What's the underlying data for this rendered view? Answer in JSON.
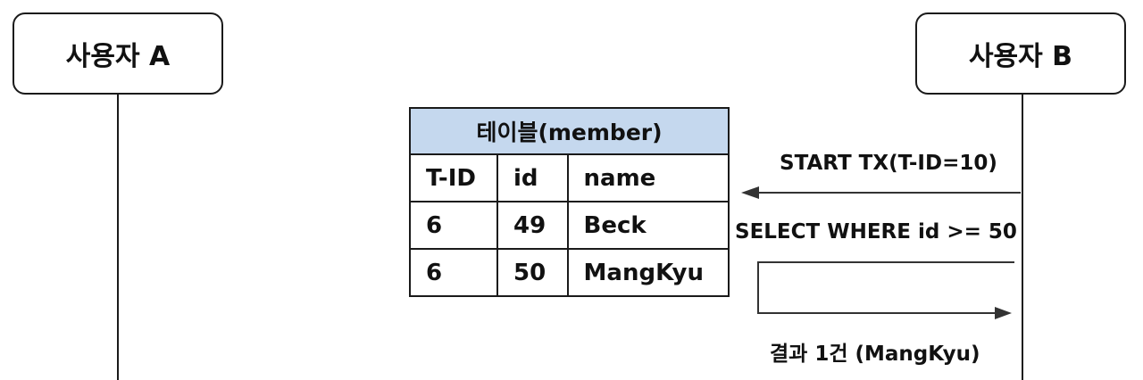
{
  "actors": {
    "a": "사용자 A",
    "b": "사용자 B"
  },
  "table": {
    "title": "테이블(member)",
    "columns": [
      "T-ID",
      "id",
      "name"
    ],
    "rows": [
      [
        "6",
        "49",
        "Beck"
      ],
      [
        "6",
        "50",
        "MangKyu"
      ]
    ],
    "header_color": "#c5d8ee"
  },
  "messages": {
    "start_tx": "START TX(T-ID=10)",
    "select": "SELECT WHERE id >= 50",
    "result": "결과 1건 (MangKyu)"
  }
}
